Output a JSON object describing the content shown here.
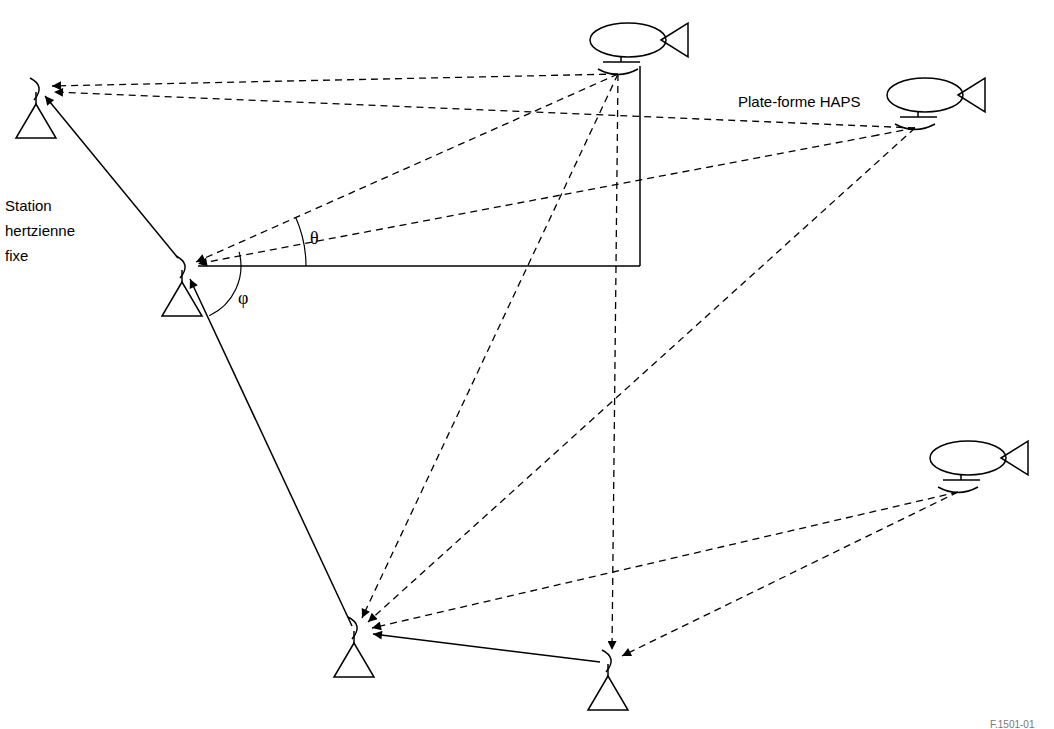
{
  "diagram": {
    "nodes": [
      {
        "text": [
          "Plate-forme HAPS"
        ]
      },
      {
        "text": [
          "Station hertzienne fixe"
        ]
      }
    ],
    "edges": [
      {
        "from": 0,
        "to": 1,
        "arrow": "to"
      }
    ],
    "labels": [
      "θ",
      "φ",
      "F.1501-01"
    ]
  }
}
